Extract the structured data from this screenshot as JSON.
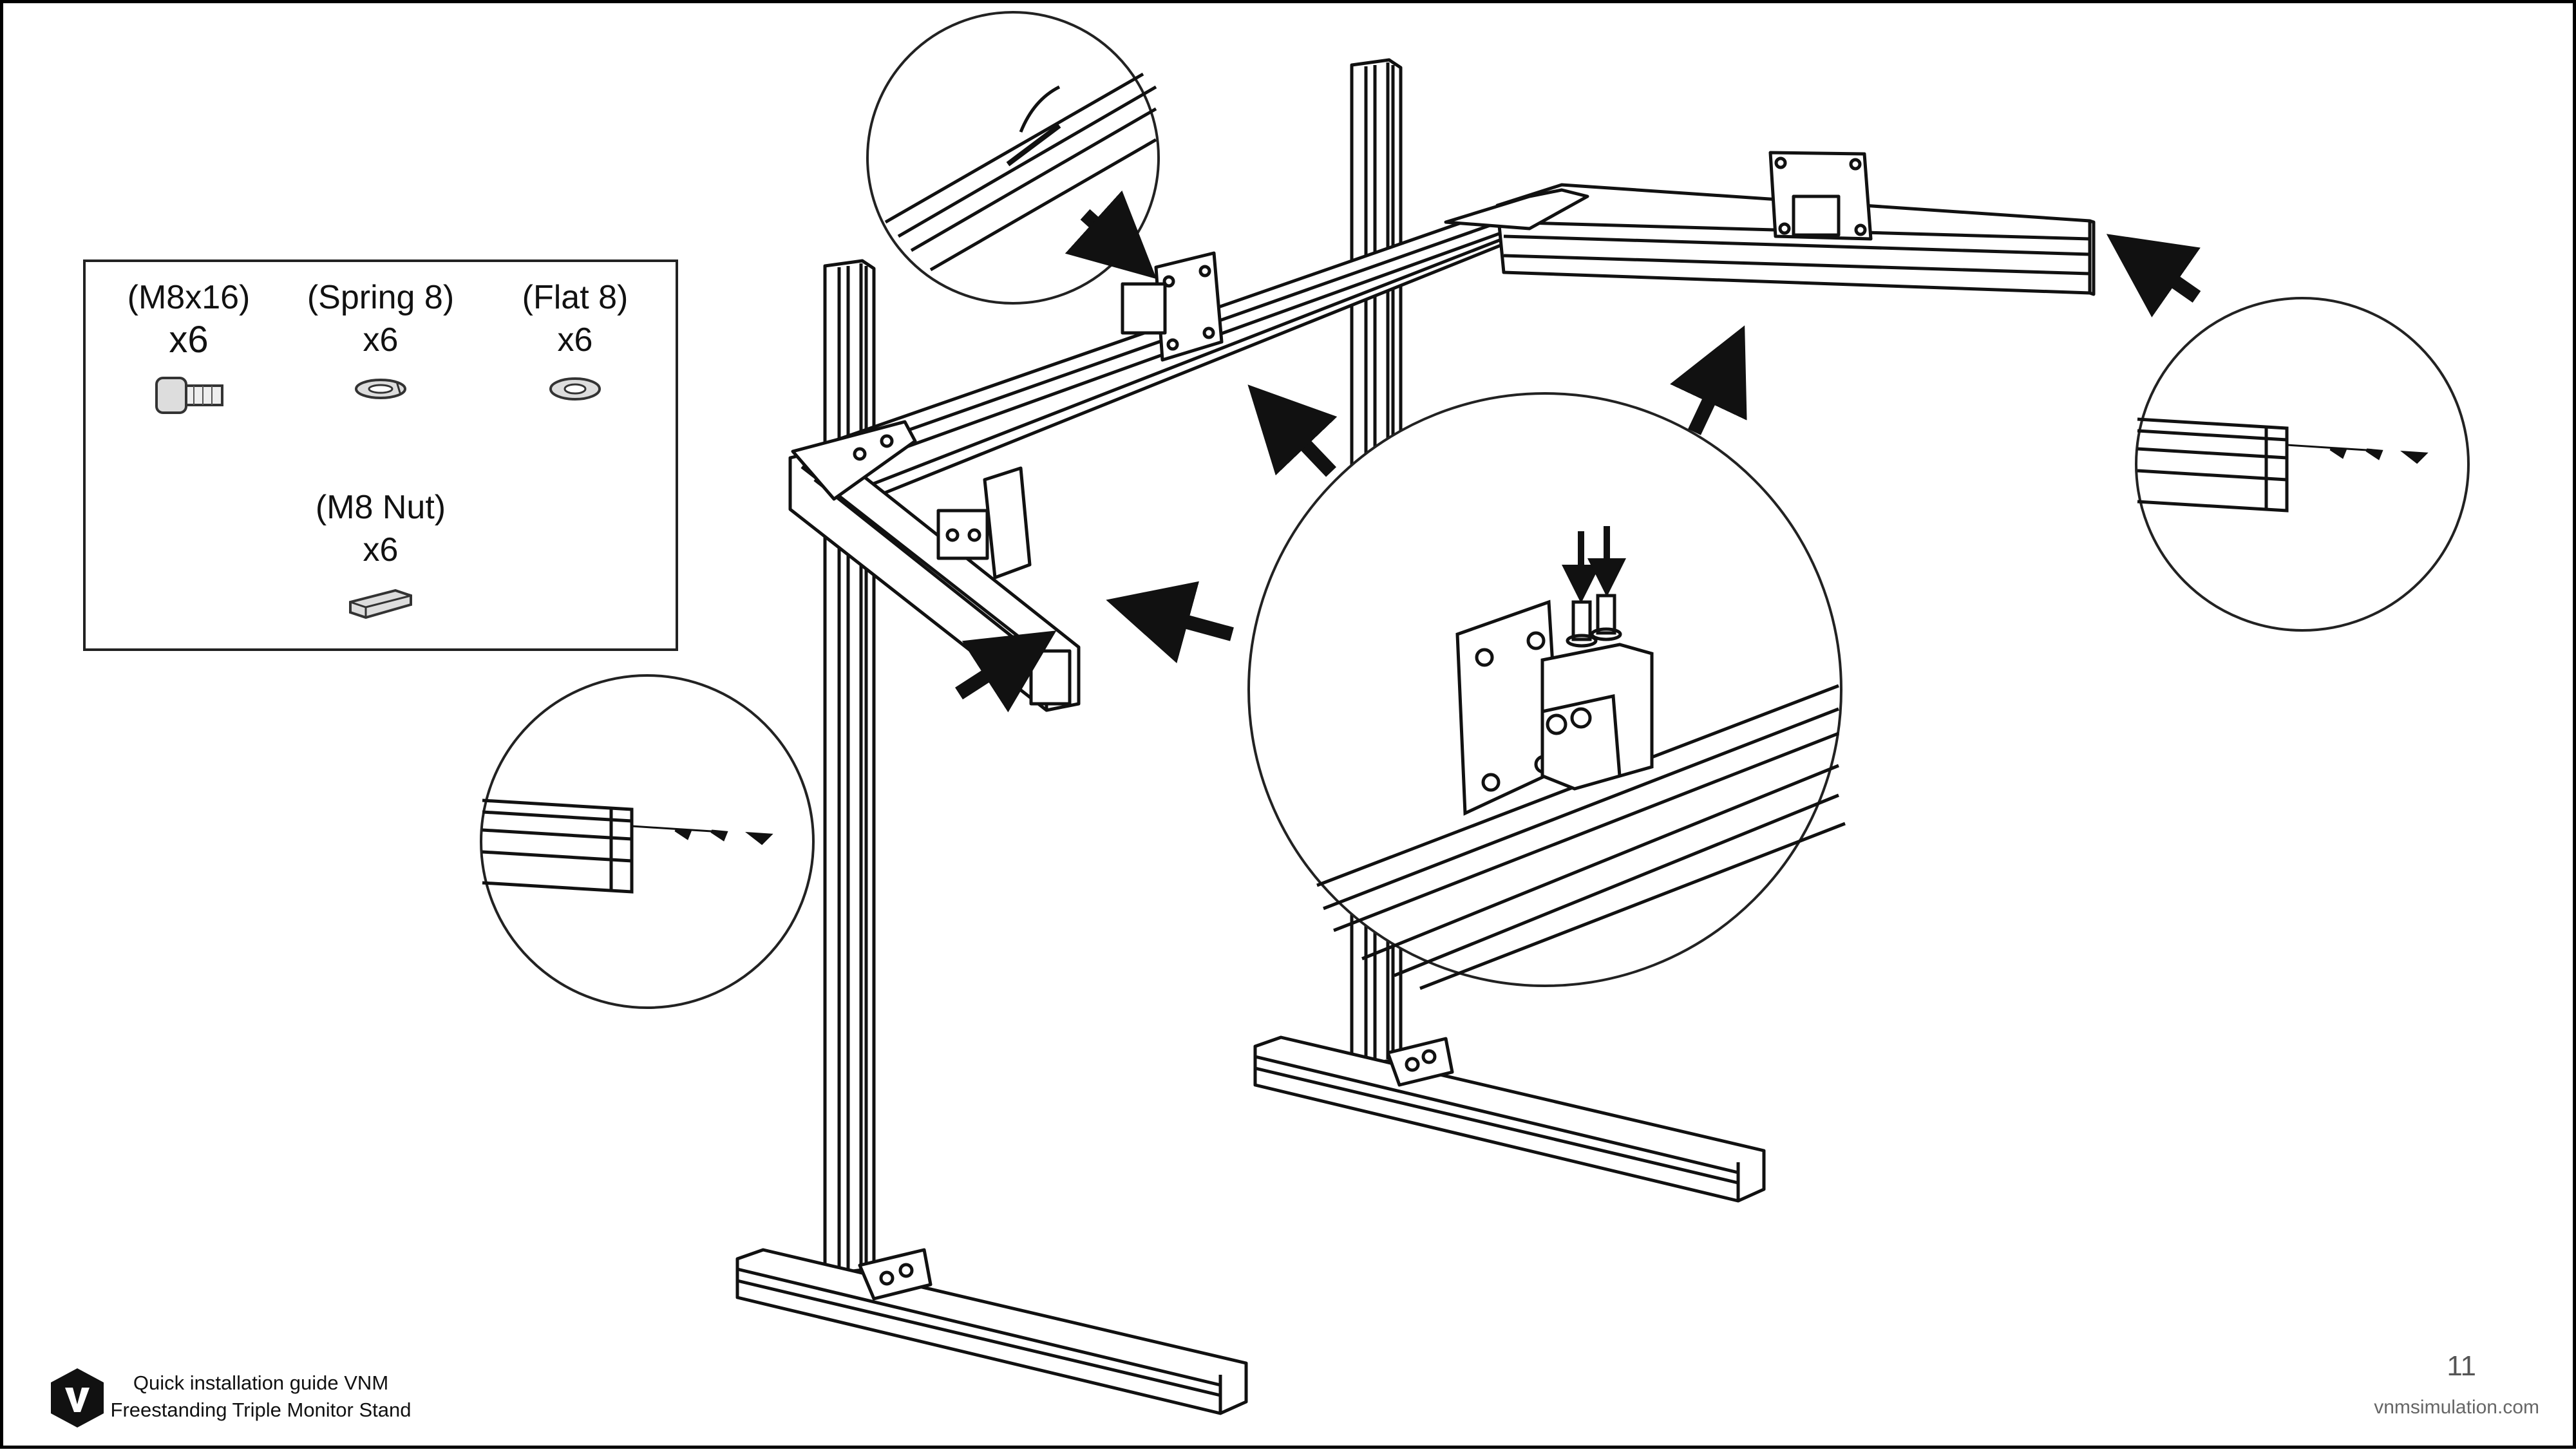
{
  "parts": [
    {
      "id": "m8x16",
      "name": "(M8x16)",
      "qty": "x6",
      "icon": "bolt-icon"
    },
    {
      "id": "spring8",
      "name": "(Spring 8)",
      "qty": "x6",
      "icon": "spring-washer-icon"
    },
    {
      "id": "flat8",
      "name": "(Flat 8)",
      "qty": "x6",
      "icon": "flat-washer-icon"
    },
    {
      "id": "m8nut",
      "name": "(M8 Nut)",
      "qty": "x6",
      "icon": "t-nut-icon"
    }
  ],
  "footer": {
    "title_line1": "Quick installation guide VNM",
    "title_line2": "Freestanding Triple Monitor Stand",
    "page_number": "11",
    "website": "vnmsimulation.com"
  },
  "colors": {
    "line": "#111111",
    "frame": "#000000",
    "muted_text": "#666666"
  }
}
